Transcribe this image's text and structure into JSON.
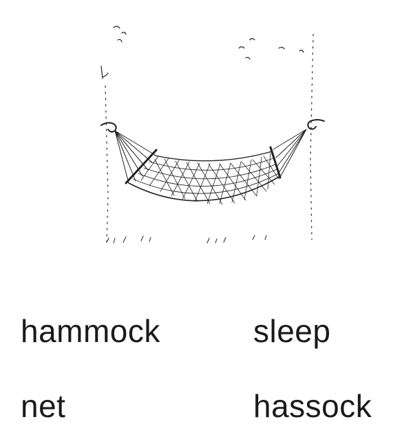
{
  "illustration": {
    "subject": "hammock-drawing",
    "line_color": "#222222"
  },
  "word_options": [
    "hammock",
    "sleep",
    "net",
    "hassock"
  ]
}
